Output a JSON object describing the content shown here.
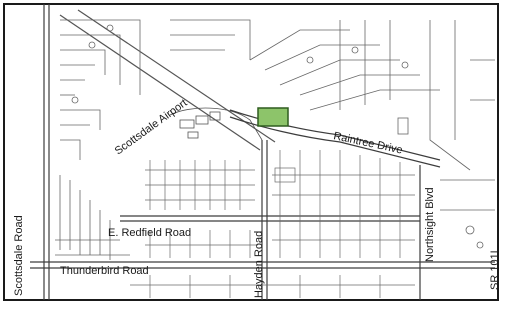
{
  "map": {
    "labels": {
      "scottsdale_airport": "Scottsdale Airport",
      "raintree_drive": "Raintree Drive",
      "e_redfield_road": "E. Redfield Road",
      "thunderbird_road": "Thunderbird Road",
      "scottsdale_road": "Scottsdale Road",
      "hayden_road": "Hayden Road",
      "northsight_blvd": "Northsight Blvd",
      "sr_101l": "SR 101L"
    },
    "colors": {
      "background": "#ffffff",
      "streets": "#5a5a5a",
      "major_roads": "#3d3d3d",
      "site_fill": "#8dc46a",
      "site_stroke": "#2e5c1f",
      "frame": "#1a1a1a"
    }
  }
}
